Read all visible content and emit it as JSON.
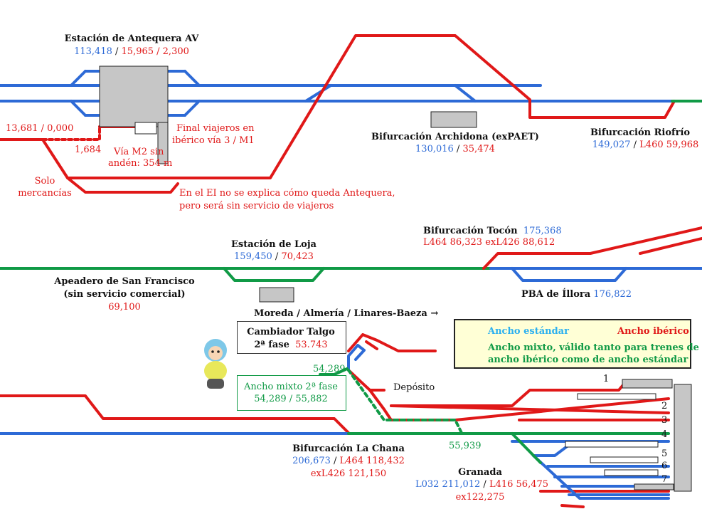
{
  "colors": {
    "standard": "#2d6ad6",
    "iberian": "#e01818",
    "mixed": "#109a46",
    "platform": "#c6c6c6"
  },
  "antequera": {
    "title": "Estación de Antequera AV",
    "km_blue": "113,418",
    "km_red": "15,965 / 2,300",
    "sep": " / "
  },
  "km_13681": "13,681 / 0,000",
  "km_1684": "1,684",
  "final_viajeros": [
    "Final viajeros en",
    "ibérico vía 3 / M1"
  ],
  "via_m2": [
    "Vía M2 sin",
    "andén: 354 m"
  ],
  "solo_mercancias": [
    "Solo",
    "mercancías"
  ],
  "ei_note": [
    "En el EI no se explica cómo queda Antequera,",
    "pero será sin servicio de viajeros"
  ],
  "archidona": {
    "title": "Bifurcación Archidona (exPAET)",
    "km_blue": "130,016",
    "km_red": "35,474"
  },
  "riofrio": {
    "title": "Bifurcación Riofrío",
    "km_blue": "149,027",
    "km_red": "L460 59,968"
  },
  "toccon": {
    "title": "Bifurcación Tocón",
    "km_blue": "175,368",
    "km_red": "L464 86,323  exL426 88,612"
  },
  "loja": {
    "title": "Estación de Loja",
    "km_blue": "159,450",
    "km_red": "70,423"
  },
  "san_francisco": {
    "title": [
      "Apeadero de San Francisco",
      "(sin servicio comercial)"
    ],
    "km_red": "69,100"
  },
  "illora": {
    "title": "PBA de Íllora",
    "km_blue": "176,822"
  },
  "moreda": "Moreda / Almería / Linares-Baeza →",
  "cambiador": {
    "title": [
      "Cambiador Talgo",
      "2ª fase"
    ],
    "km_red": "53.743"
  },
  "km_54289": "54,289",
  "mixto": {
    "title": "Ancho mixto 2ª fase",
    "km": "54,289 / 55,882"
  },
  "deposito": "Depósito",
  "km_55939": "55,939",
  "chana": {
    "title": "Bifurcación La Chana",
    "km_blue": "206,673",
    "km_red1": "L464 118,432",
    "km_red2": "exL426 121,150"
  },
  "granada": {
    "title": "Granada",
    "km_blue": "L032 211,012",
    "km_red1": "L416 56,475",
    "km_red2": "ex122,275"
  },
  "track_numbers": [
    "1",
    "2",
    "3",
    "4",
    "5",
    "6",
    "7"
  ],
  "legend": {
    "standard": "Ancho estándar",
    "iberian": "Ancho ibérico",
    "mixed": [
      "Ancho mixto, válido tanto para trenes de",
      "ancho ibérico como de ancho estándar"
    ]
  }
}
